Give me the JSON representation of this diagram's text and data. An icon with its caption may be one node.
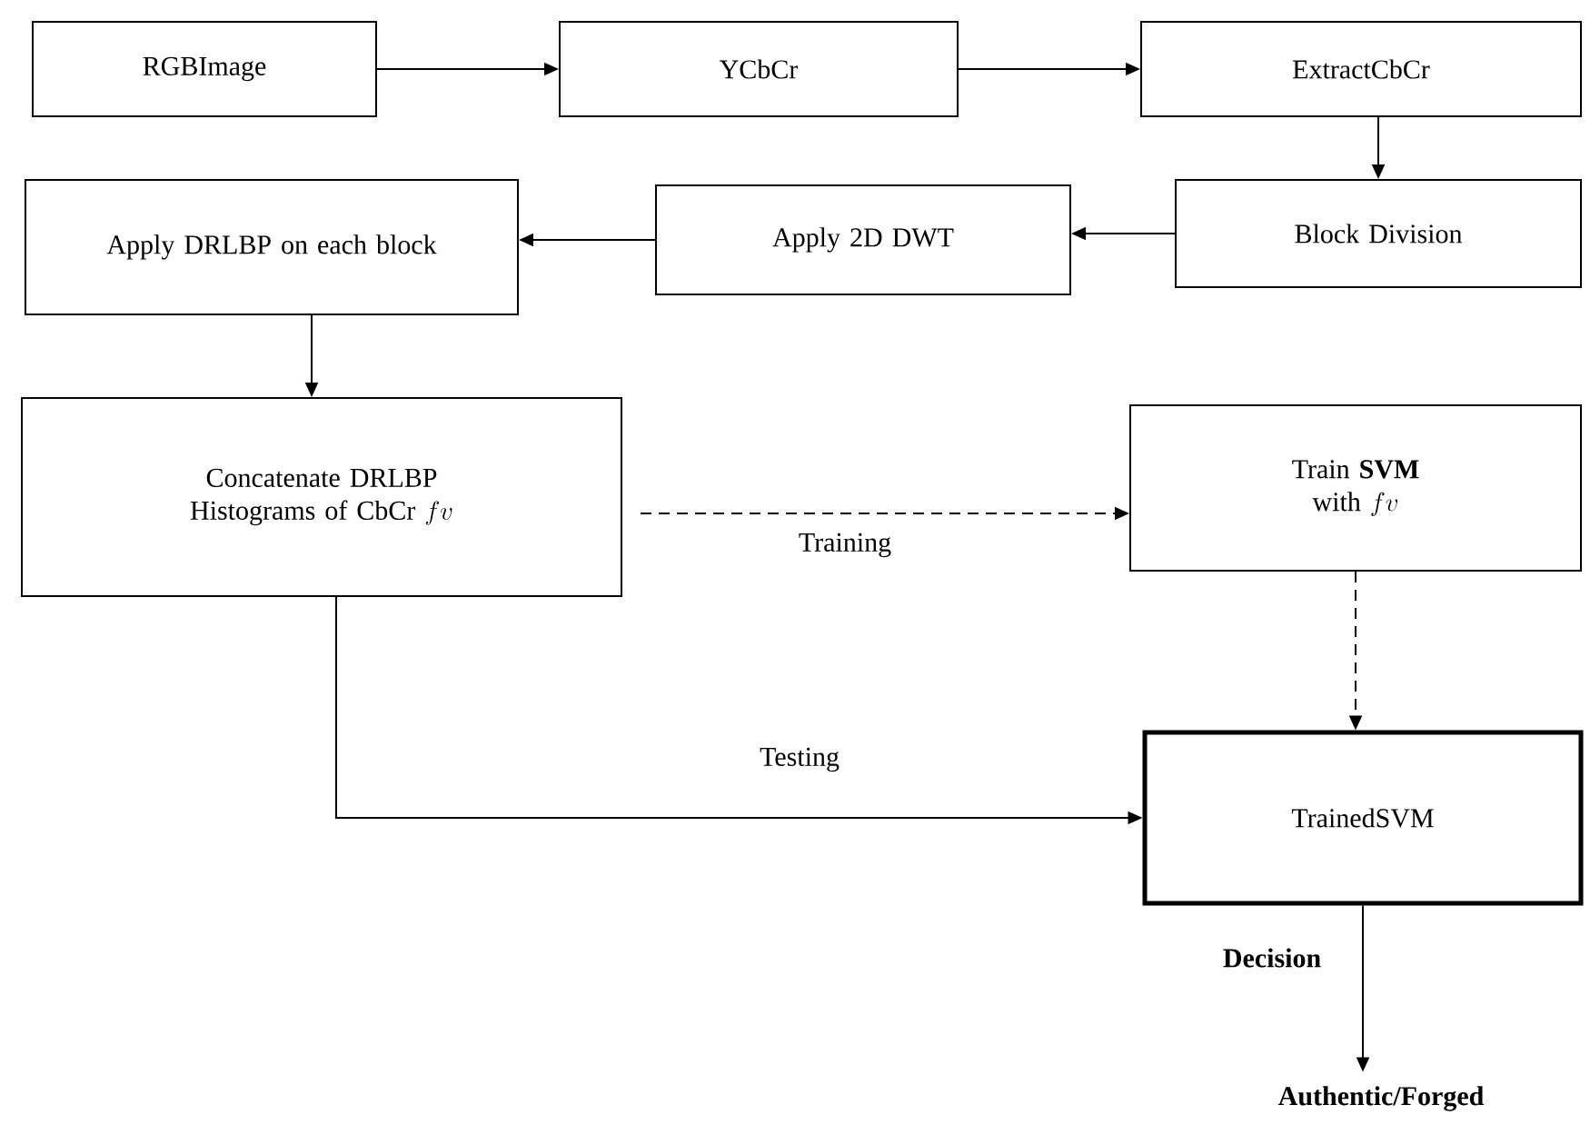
{
  "diagram": {
    "nodes": [
      {
        "text": [
          "RGBImage"
        ]
      },
      {
        "text": [
          "YCbCr"
        ]
      },
      {
        "text": [
          "ExtractCbCr"
        ]
      },
      {
        "text": [
          "Block Division"
        ]
      },
      {
        "text": [
          "Apply 2D DWT"
        ]
      },
      {
        "text": [
          "Apply DRLBP on each block"
        ]
      },
      {
        "text": [
          "Concatenate DRLBP Histograms of CbCr",
          "fv"
        ]
      },
      {
        "text": [
          "Train **SVM** with",
          "fv"
        ]
      },
      {
        "text": [
          "TrainedSVM"
        ]
      },
      {
        "text": [
          "Authentic/Forged"
        ]
      }
    ],
    "edges": [
      {
        "from": 0,
        "to": 1,
        "arrow": "to"
      },
      {
        "from": 1,
        "to": 2,
        "arrow": "to"
      },
      {
        "from": 2,
        "to": 3,
        "arrow": "to"
      },
      {
        "from": 3,
        "to": 4,
        "arrow": "to"
      },
      {
        "from": 4,
        "to": 5,
        "arrow": "to"
      },
      {
        "from": 5,
        "to": 6,
        "arrow": "to"
      },
      {
        "from": 6,
        "to": 7,
        "arrow": "to",
        "label": "Training",
        "style": "dashed"
      },
      {
        "from": 7,
        "to": 8,
        "arrow": "to",
        "style": "dashed"
      },
      {
        "from": 6,
        "to": 8,
        "arrow": "to",
        "label": "Testing"
      },
      {
        "from": 8,
        "to": 9,
        "arrow": "to",
        "label": "Decision"
      }
    ]
  }
}
